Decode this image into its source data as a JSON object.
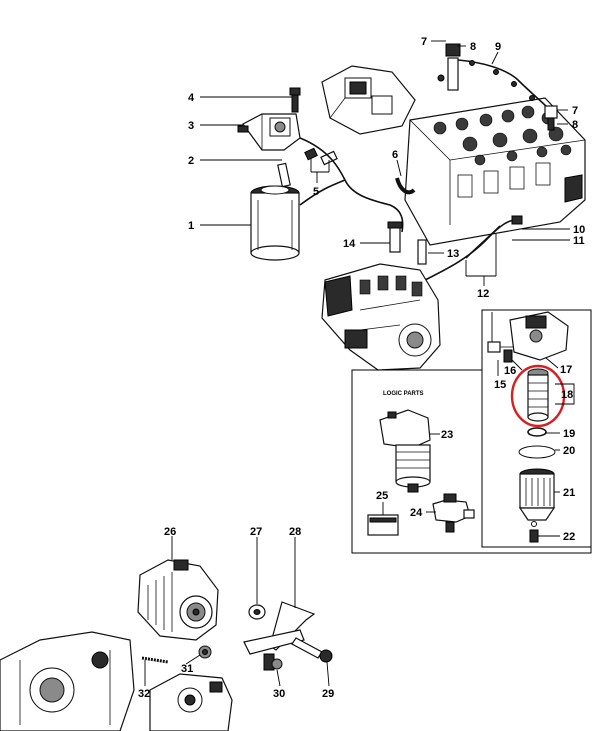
{
  "inset": {
    "title": "LOGIC PARTS"
  },
  "callouts": {
    "c1": "1",
    "c2": "2",
    "c3": "3",
    "c4": "4",
    "c5": "5",
    "c6": "6",
    "c7a": "7",
    "c7b": "7",
    "c8a": "8",
    "c8b": "8",
    "c9": "9",
    "c10": "10",
    "c11": "11",
    "c12": "12",
    "c13": "13",
    "c14": "14",
    "c15": "15",
    "c16": "16",
    "c17": "17",
    "c18": "18",
    "c19": "19",
    "c20": "20",
    "c21": "21",
    "c22": "22",
    "c23": "23",
    "c24": "24",
    "c25": "25",
    "c26": "26",
    "c27": "27",
    "c28": "28",
    "c29": "29",
    "c30": "30",
    "c31": "31",
    "c32": "32"
  },
  "highlight": {
    "color": "#d81e1e",
    "part": "18"
  }
}
